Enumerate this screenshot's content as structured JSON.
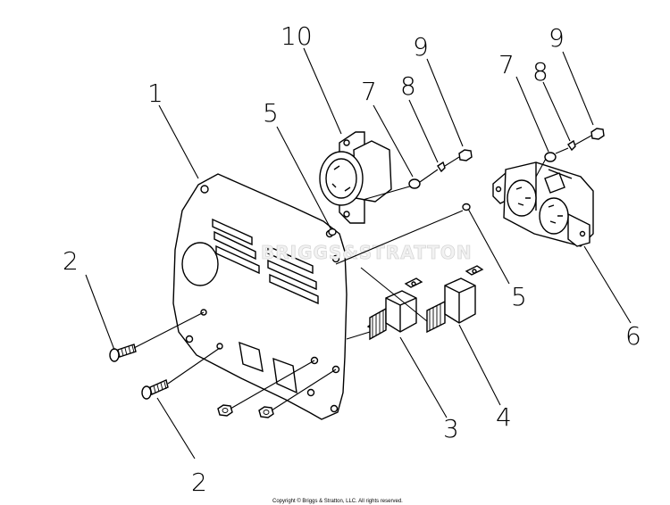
{
  "diagram": {
    "watermark": "BRIGGS&STRATTON",
    "copyright": "Copyright © Briggs & Stratton, LLC. All rights reserved.",
    "callouts": {
      "c1": "1",
      "c2a": "2",
      "c2b": "2",
      "c3": "3",
      "c4": "4",
      "c5a": "5",
      "c5b": "5",
      "c6": "6",
      "c7a": "7",
      "c7b": "7",
      "c8a": "8",
      "c8b": "8",
      "c9a": "9",
      "c9b": "9",
      "c10": "10"
    }
  }
}
